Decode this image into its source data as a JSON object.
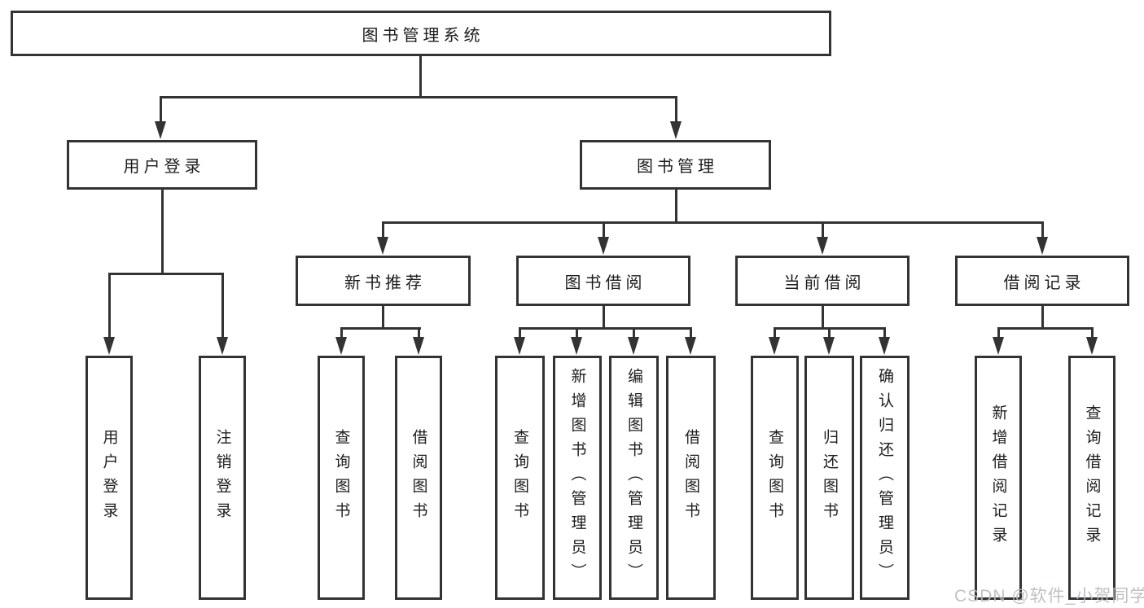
{
  "diagram": {
    "root": {
      "label": "图书管理系统"
    },
    "level2": [
      {
        "label": "用户登录"
      },
      {
        "label": "图书管理"
      }
    ],
    "level3": [
      {
        "label": "新书推荐"
      },
      {
        "label": "图书借阅"
      },
      {
        "label": "当前借阅"
      },
      {
        "label": "借阅记录"
      }
    ],
    "leaves": {
      "login": [
        "用户登录",
        "注销登录"
      ],
      "recommend": [
        "查询图书",
        "借阅图书"
      ],
      "borrow": [
        "查询图书",
        "新增图书（管理员）",
        "编辑图书（管理员）",
        "借阅图书"
      ],
      "current": [
        "查询图书",
        "归还图书",
        "确认归还（管理员）"
      ],
      "records": [
        "新增借阅记录",
        "查询借阅记录"
      ]
    }
  },
  "watermark": {
    "text": "CSDN @软件_小贺同学"
  },
  "colors": {
    "line": "#333333",
    "text": "#1c1c1c",
    "watermark": "#b7bbc1",
    "background": "#ffffff"
  }
}
